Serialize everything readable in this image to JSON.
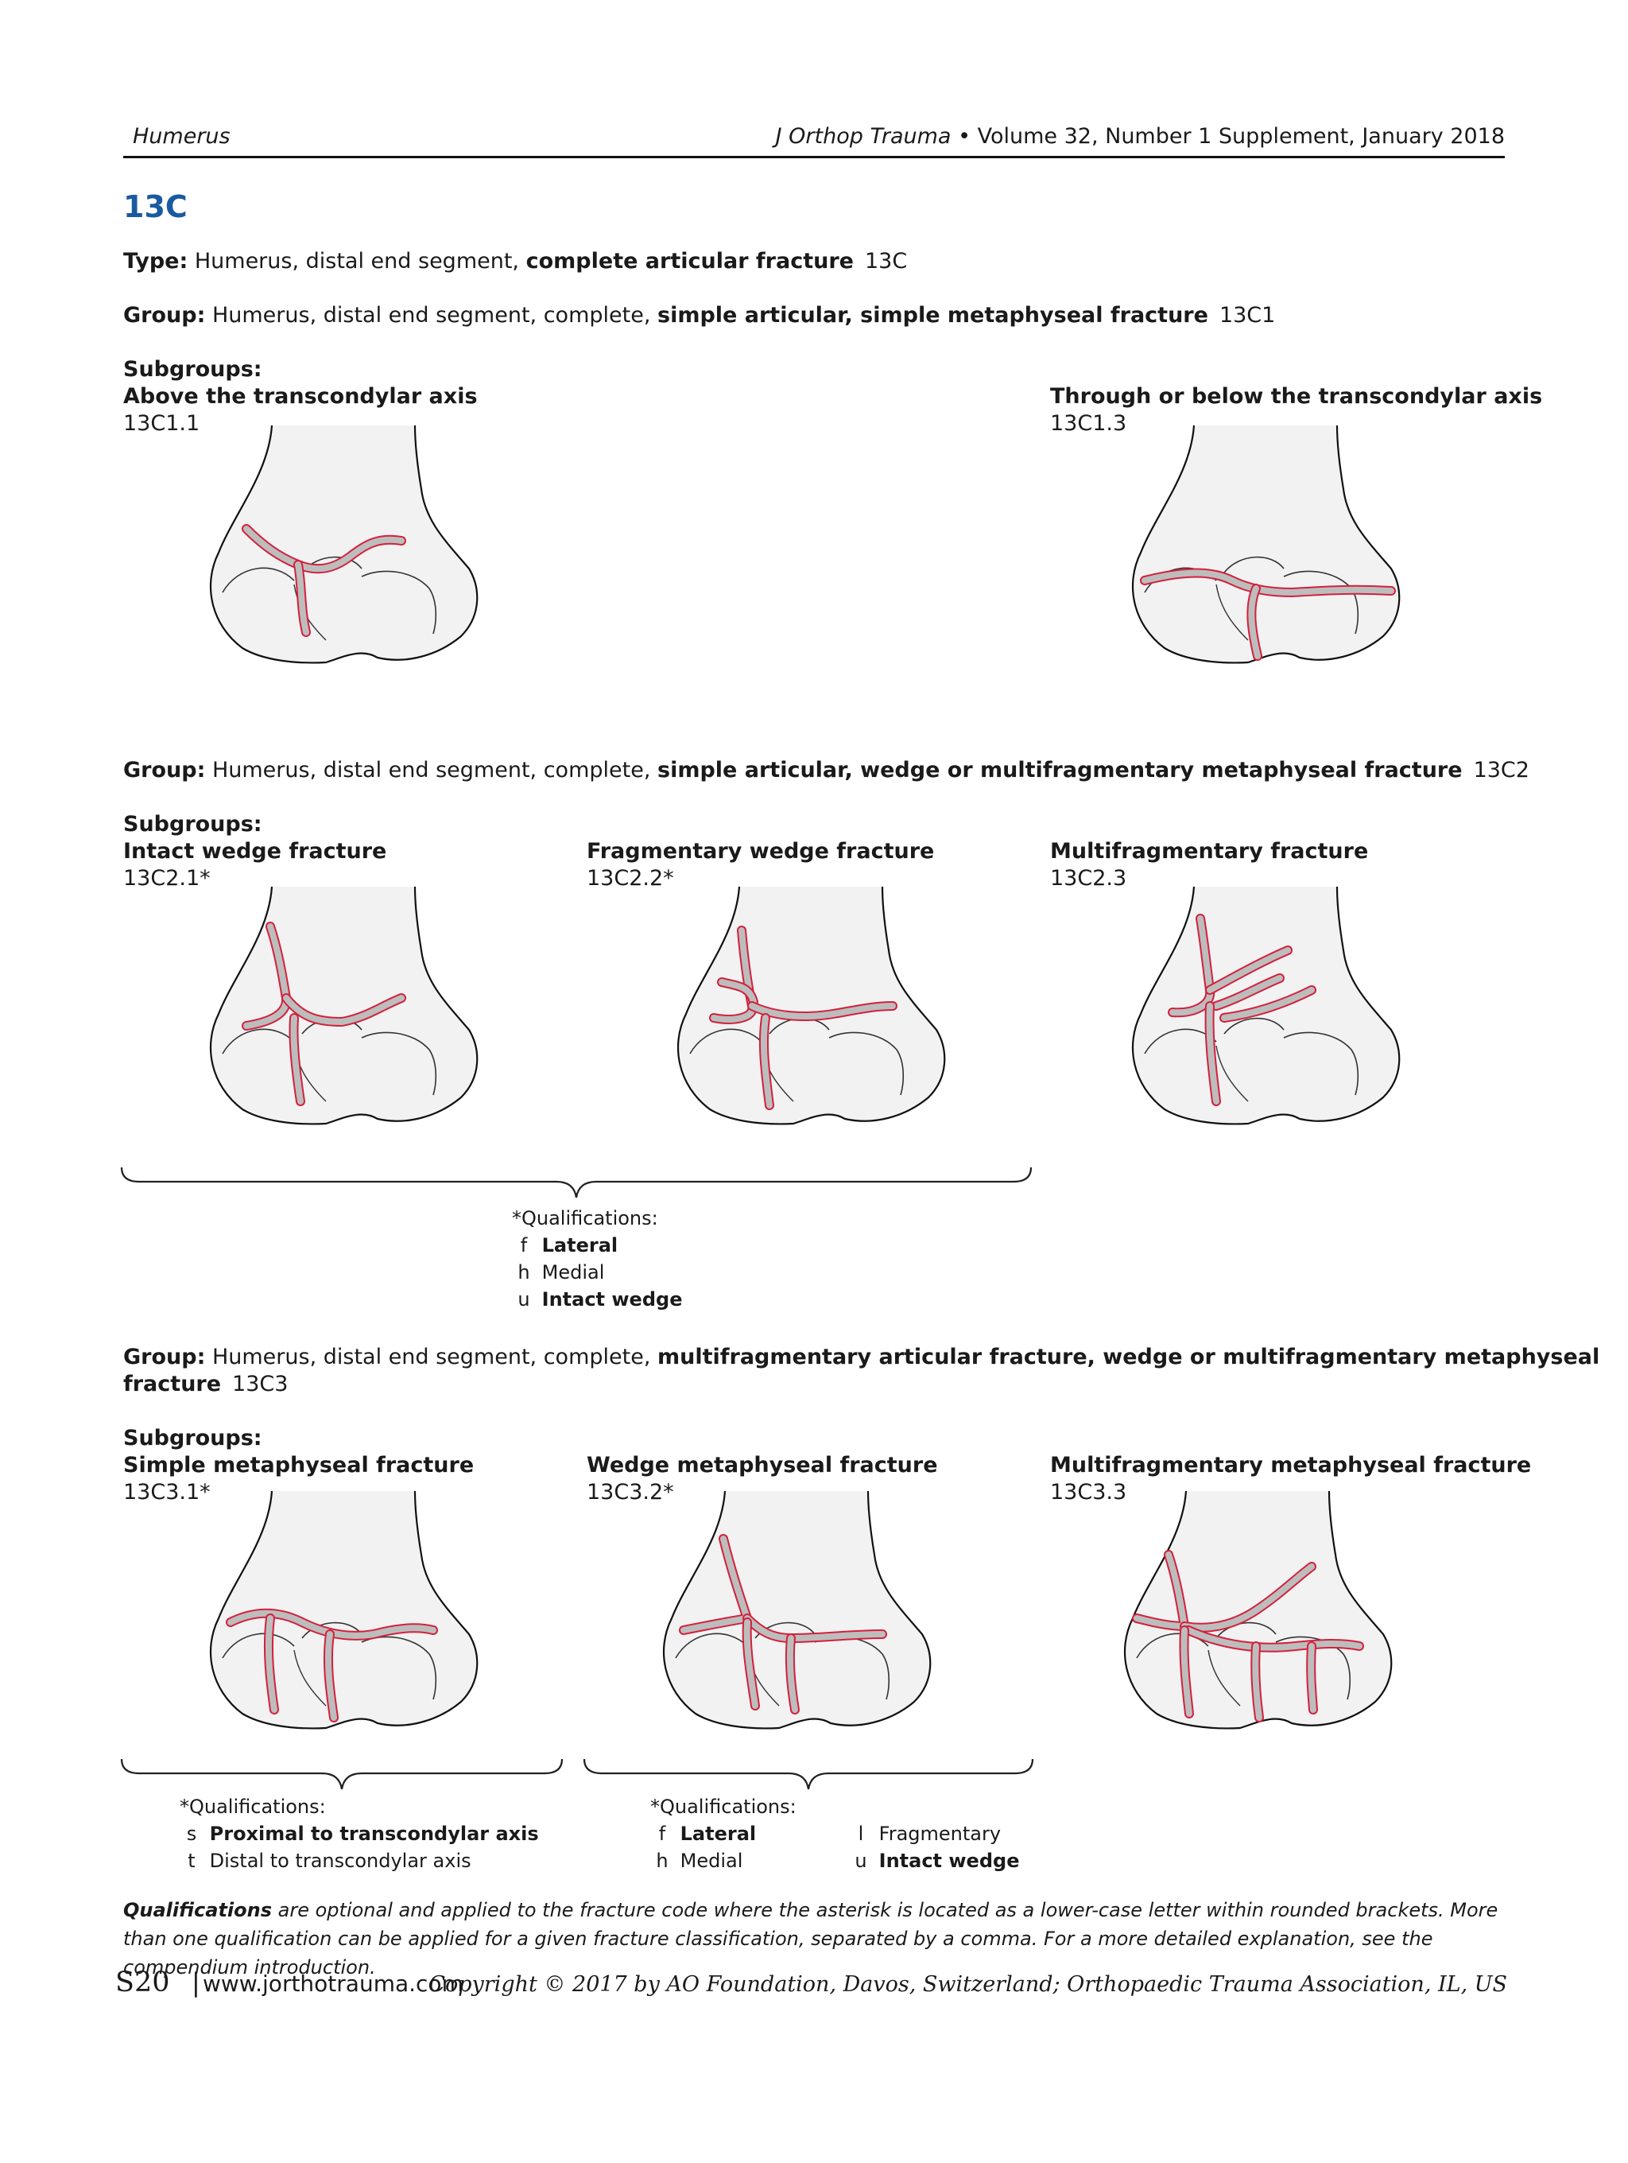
{
  "header": {
    "left": "Humerus",
    "journal": "J Orthop Trauma",
    "bullet": "•",
    "issue": "Volume 32, Number 1 Supplement, January 2018"
  },
  "section_code": "13C",
  "type_line": {
    "label": "Type:",
    "text": "Humerus, distal end segment,",
    "bold": "complete articular fracture",
    "code": "13C"
  },
  "group1": {
    "label": "Group:",
    "text": "Humerus, distal end segment, complete,",
    "bold": "simple articular, simple metaphyseal fracture",
    "code": "13C1",
    "subgroups_label": "Subgroups:",
    "items": [
      {
        "title": "Above the transcondylar axis",
        "code": "13C1.1"
      },
      {
        "title": "Through or below the transcondylar axis",
        "code": "13C1.3"
      }
    ]
  },
  "group2": {
    "label": "Group:",
    "text": "Humerus, distal end segment, complete,",
    "bold": "simple articular, wedge or multifragmentary metaphyseal fracture",
    "code": "13C2",
    "subgroups_label": "Subgroups:",
    "items": [
      {
        "title": "Intact wedge fracture",
        "code": "13C2.1*"
      },
      {
        "title": "Fragmentary wedge fracture",
        "code": "13C2.2*"
      },
      {
        "title": "Multifragmentary fracture",
        "code": "13C2.3"
      }
    ],
    "qualifications": {
      "heading": "*Qualifications:",
      "entries": [
        {
          "key": "f",
          "text": "Lateral",
          "bold": true
        },
        {
          "key": "h",
          "text": "Medial",
          "bold": false
        },
        {
          "key": "u",
          "text": "Intact wedge",
          "bold": true
        }
      ]
    }
  },
  "group3": {
    "label": "Group:",
    "text": "Humerus, distal end segment, complete,",
    "bold": "multifragmentary articular fracture, wedge or multifragmentary metaphyseal",
    "bold2": "fracture",
    "code": "13C3",
    "subgroups_label": "Subgroups:",
    "items": [
      {
        "title": "Simple metaphyseal fracture",
        "code": "13C3.1*"
      },
      {
        "title": "Wedge metaphyseal fracture",
        "code": "13C3.2*"
      },
      {
        "title": "Multifragmentary metaphyseal fracture",
        "code": "13C3.3"
      }
    ],
    "qualifications_a": {
      "heading": "*Qualifications:",
      "entries": [
        {
          "key": "s",
          "text": "Proximal to transcondylar axis",
          "bold": true
        },
        {
          "key": "t",
          "text": "Distal to transcondylar axis",
          "bold": false
        }
      ]
    },
    "qualifications_b": {
      "heading": "*Qualifications:",
      "entries": [
        {
          "key": "f",
          "text": "Lateral",
          "bold": true
        },
        {
          "key": "h",
          "text": "Medial",
          "bold": false
        },
        {
          "key": "l",
          "text": "Fragmentary",
          "bold": false
        },
        {
          "key": "u",
          "text": "Intact wedge",
          "bold": true
        }
      ]
    }
  },
  "note": {
    "bold": "Qualifications",
    "text": "are optional and applied to the fracture code where the asterisk is located as a lower-case letter within rounded brackets. More than one qualification can be applied for a given fracture classification, separated by a comma. For a more detailed explanation, see the compendium introduction."
  },
  "footer": {
    "page": "S20",
    "bar": "|",
    "url": "www.jorthotrauma.com",
    "copyright": "Copyright © 2017 by AO Foundation, Davos, Switzerland; Orthopaedic Trauma Association, IL, US"
  },
  "colors": {
    "accent": "#1a5aa0",
    "fracture": "#d4203c",
    "bone_fill": "#f2f2f2",
    "fracture_gap": "#bdbdbd"
  }
}
